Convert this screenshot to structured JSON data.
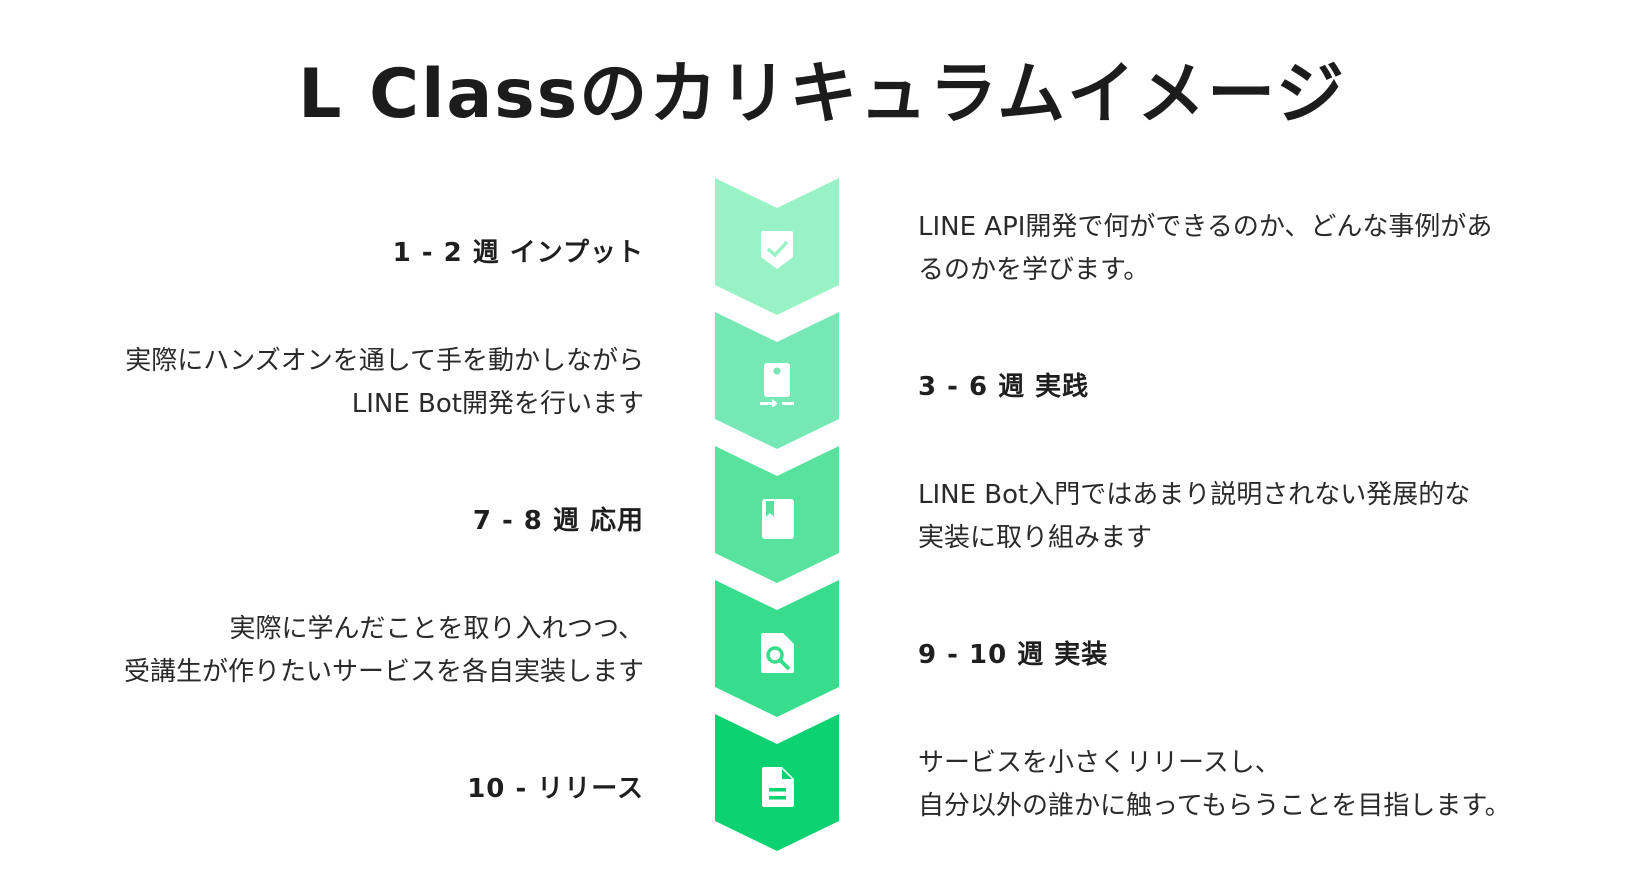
{
  "title": "L Classのカリキュラムイメージ",
  "colors": {
    "step1": "#98f2c6",
    "step2": "#76e8b5",
    "step3": "#57e39e",
    "step4": "#37dd8c",
    "step5": "#0dd271",
    "icon": "#ffffff",
    "text": "#1f1f1f"
  },
  "steps": [
    {
      "period": "1 - 2 週 インプット",
      "icon": "shield-check-icon",
      "description": [
        "LINE API開発で何ができるのか、どんな事例があ",
        "るのかを学びます。"
      ]
    },
    {
      "period": "3 - 6 週 実践",
      "icon": "device-deploy-icon",
      "description": [
        "実際にハンズオンを通して手を動かしながら",
        "LINE Bot開発を行います"
      ]
    },
    {
      "period": "7 - 8 週 応用",
      "icon": "bookmark-book-icon",
      "description": [
        "LINE Bot入門ではあまり説明されない発展的な",
        "実装に取り組みます"
      ]
    },
    {
      "period": "9 - 10 週 実装",
      "icon": "document-search-icon",
      "description": [
        "実際に学んだことを取り入れつつ、",
        "受講生が作りたいサービスを各自実装します"
      ]
    },
    {
      "period": "10 - リリース",
      "icon": "document-text-icon",
      "description": [
        "サービスを小さくリリースし、",
        "自分以外の誰かに触ってもらうことを目指します。"
      ]
    }
  ]
}
